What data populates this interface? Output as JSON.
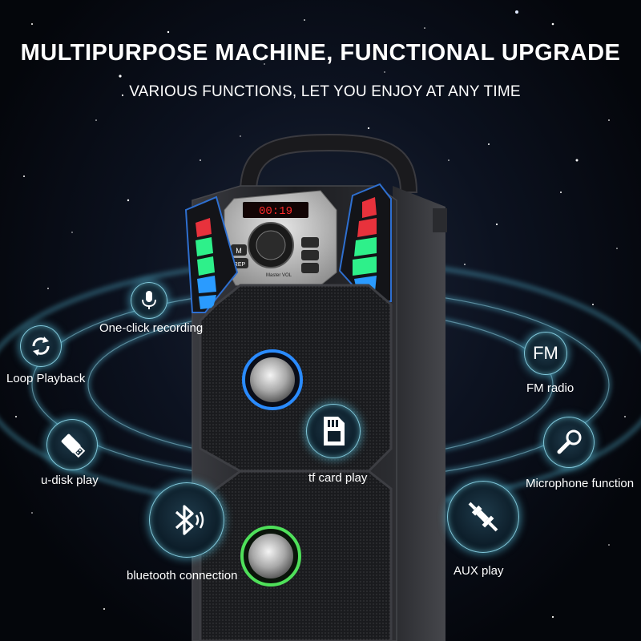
{
  "header": {
    "title": "MULTIPURPOSE MACHINE, FUNCTIONAL UPGRADE",
    "subtitle": ". VARIOUS FUNCTIONS, LET YOU ENJOY AT ANY TIME"
  },
  "speaker": {
    "display_text": "00:19",
    "knob_caption": "Master VOL",
    "buttons": [
      "M",
      "REP"
    ]
  },
  "features": {
    "recording": "One-click recording",
    "loop": "Loop Playback",
    "fm": "FM radio",
    "fm_icon_text": "FM",
    "udisk": "u-disk play",
    "tf": "tf card play",
    "microphone": "Microphone function",
    "bluetooth": "bluetooth connection",
    "aux": "AUX play"
  },
  "colors": {
    "ring_glow": "#5fc8e8",
    "led_red": "#e8323c",
    "led_green": "#2ef08a",
    "led_blue": "#2a9bff",
    "display_red": "#ff2a2a"
  }
}
